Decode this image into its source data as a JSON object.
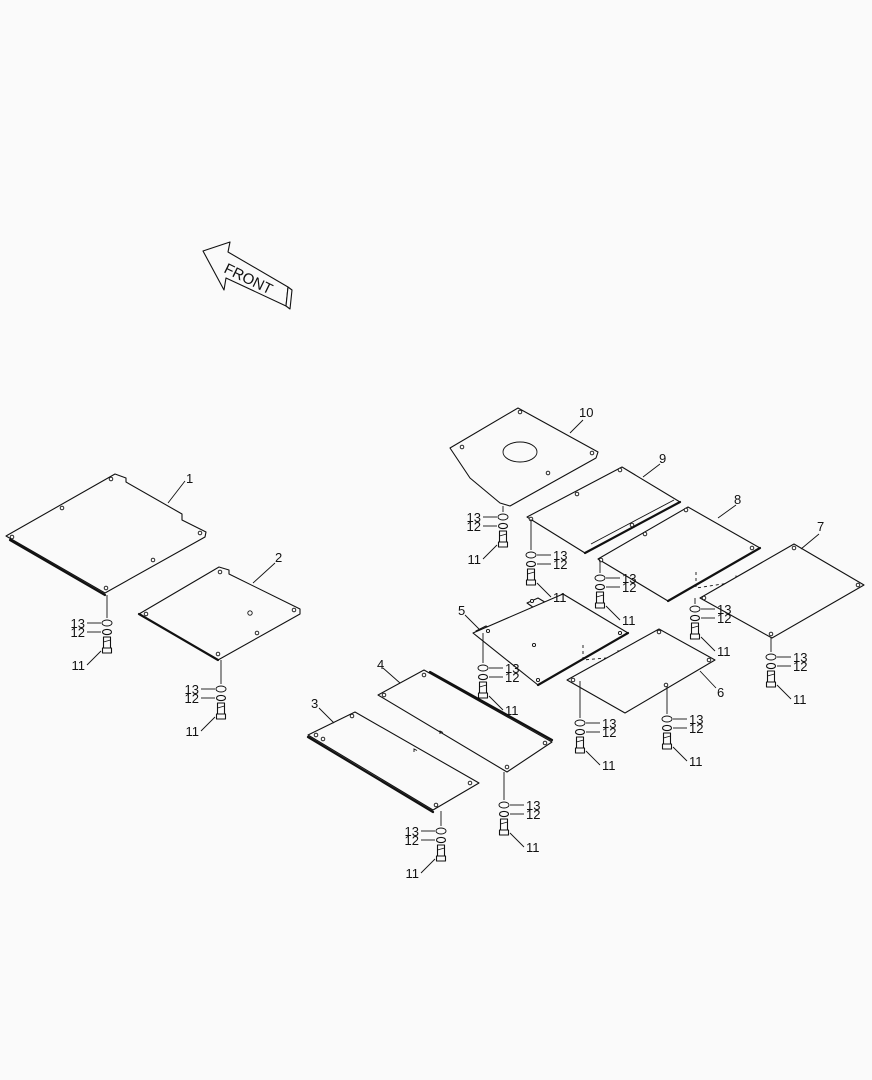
{
  "diagram": {
    "front_label": "FRONT",
    "parts": [
      {
        "id": "p1",
        "label": "1"
      },
      {
        "id": "p2",
        "label": "2"
      },
      {
        "id": "p3",
        "label": "3"
      },
      {
        "id": "p4",
        "label": "4"
      },
      {
        "id": "p5",
        "label": "5"
      },
      {
        "id": "p6",
        "label": "6"
      },
      {
        "id": "p7",
        "label": "7"
      },
      {
        "id": "p8",
        "label": "8"
      },
      {
        "id": "p9",
        "label": "9"
      },
      {
        "id": "p10",
        "label": "10"
      }
    ],
    "fastener_labels": {
      "bolt": "11",
      "lock_washer": "12",
      "washer": "13"
    }
  }
}
